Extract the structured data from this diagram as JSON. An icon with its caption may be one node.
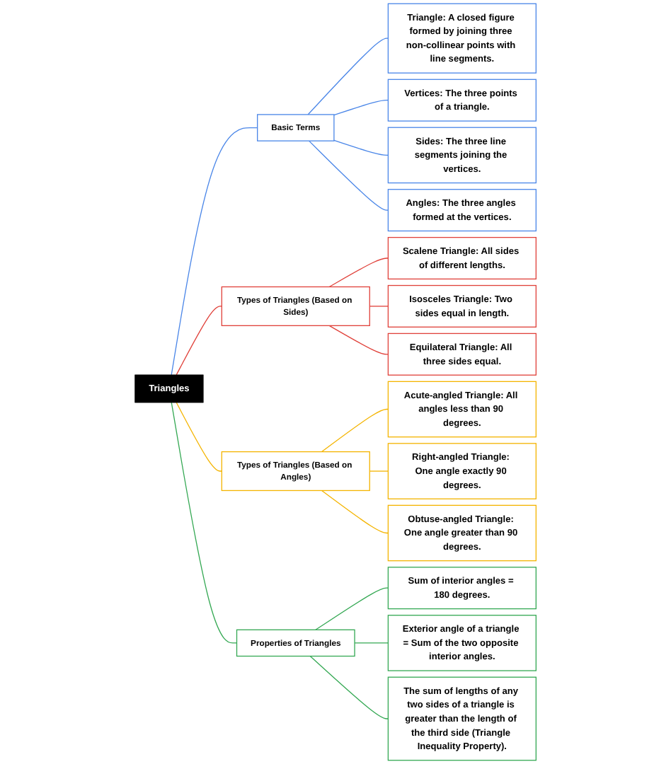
{
  "diagram": {
    "nodes": [
      {
        "text": [
          "Triangles"
        ]
      },
      {
        "text": [
          "Basic Terms"
        ]
      },
      {
        "text": [
          "Triangle: A closed figure formed by joining three non-collinear points with line segments."
        ]
      },
      {
        "text": [
          "Vertices: The three points of a triangle."
        ]
      },
      {
        "text": [
          "Sides: The three line segments joining the vertices."
        ]
      },
      {
        "text": [
          "Angles: The three angles formed at the vertices."
        ]
      },
      {
        "text": [
          "Types of Triangles (Based on Sides)"
        ]
      },
      {
        "text": [
          "Scalene Triangle: All sides of different lengths."
        ]
      },
      {
        "text": [
          "Isosceles Triangle: Two sides equal in length."
        ]
      },
      {
        "text": [
          "Equilateral Triangle: All three sides equal."
        ]
      },
      {
        "text": [
          "Types of Triangles (Based on Angles)"
        ]
      },
      {
        "text": [
          "Acute-angled Triangle: All angles less than 90 degrees."
        ]
      },
      {
        "text": [
          "Right-angled Triangle: One angle exactly 90 degrees."
        ]
      },
      {
        "text": [
          "Obtuse-angled Triangle: One angle greater than 90 degrees."
        ]
      },
      {
        "text": [
          "Properties of Triangles"
        ]
      },
      {
        "text": [
          "Sum of interior angles = 180 degrees."
        ]
      },
      {
        "text": [
          "Exterior angle of a triangle = Sum of the two opposite interior angles."
        ]
      },
      {
        "text": [
          "The sum of lengths of any two sides of a triangle is greater than the length of the third side (Triangle Inequality Property)."
        ]
      }
    ],
    "edges": [
      {
        "from": 0,
        "to": 1,
        "arrow": "none",
        "color": "#4a86e8"
      },
      {
        "from": 1,
        "to": 2,
        "arrow": "none",
        "color": "#4a86e8"
      },
      {
        "from": 1,
        "to": 3,
        "arrow": "none",
        "color": "#4a86e8"
      },
      {
        "from": 1,
        "to": 4,
        "arrow": "none",
        "color": "#4a86e8"
      },
      {
        "from": 1,
        "to": 5,
        "arrow": "none",
        "color": "#4a86e8"
      },
      {
        "from": 0,
        "to": 6,
        "arrow": "none",
        "color": "#e0413a"
      },
      {
        "from": 6,
        "to": 7,
        "arrow": "none",
        "color": "#e0413a"
      },
      {
        "from": 6,
        "to": 8,
        "arrow": "none",
        "color": "#e0413a"
      },
      {
        "from": 6,
        "to": 9,
        "arrow": "none",
        "color": "#e0413a"
      },
      {
        "from": 0,
        "to": 10,
        "arrow": "none",
        "color": "#f4b400"
      },
      {
        "from": 10,
        "to": 11,
        "arrow": "none",
        "color": "#f4b400"
      },
      {
        "from": 10,
        "to": 12,
        "arrow": "none",
        "color": "#f4b400"
      },
      {
        "from": 10,
        "to": 13,
        "arrow": "none",
        "color": "#f4b400"
      },
      {
        "from": 0,
        "to": 14,
        "arrow": "none",
        "color": "#34a853"
      },
      {
        "from": 14,
        "to": 15,
        "arrow": "none",
        "color": "#34a853"
      },
      {
        "from": 14,
        "to": 16,
        "arrow": "none",
        "color": "#34a853"
      },
      {
        "from": 14,
        "to": 17,
        "arrow": "none",
        "color": "#34a853"
      }
    ]
  }
}
